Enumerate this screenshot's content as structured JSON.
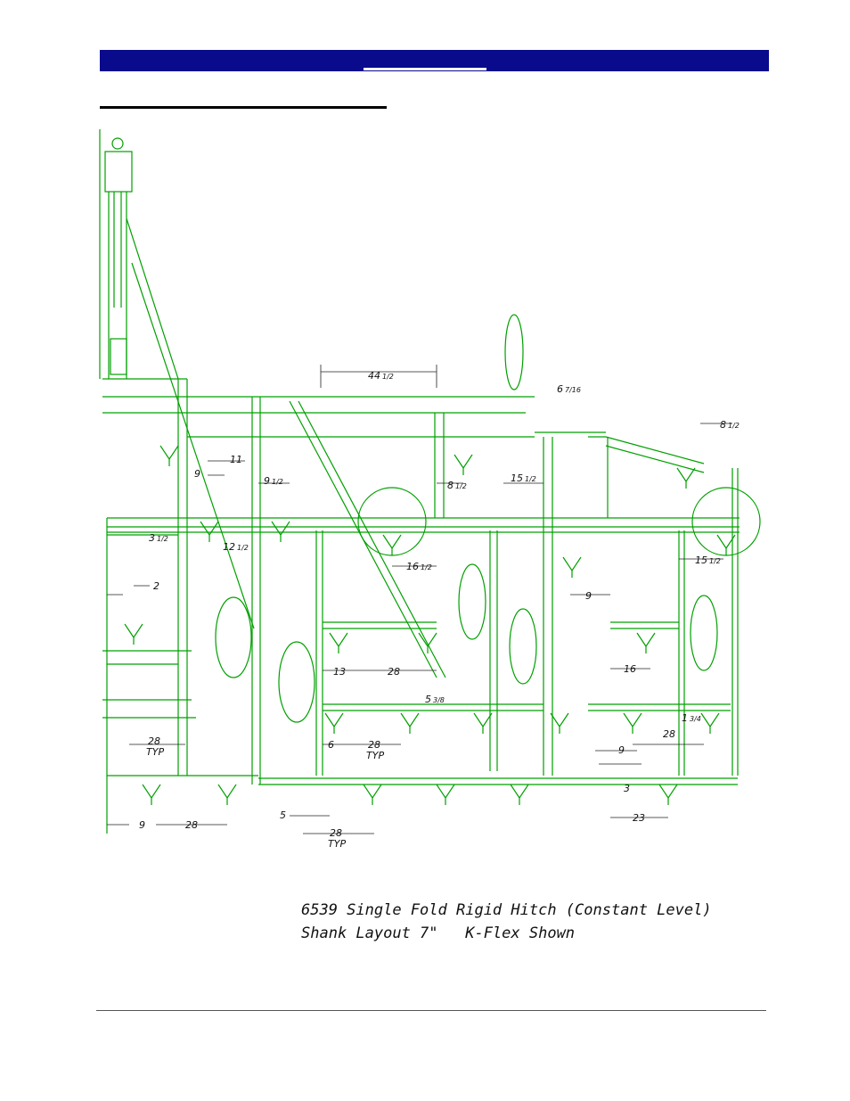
{
  "header": {
    "bar_color": "#0a0a8c"
  },
  "drawing": {
    "line_color": "#00a000",
    "dimensions": {
      "d_44_half": "44",
      "d_44_frac": "1/2",
      "d_6_7_16_w": "6",
      "d_6_7_16_f": "7/16",
      "d_8_half_right_w": "8",
      "d_8_half_right_f": "1/2",
      "d_9_a": "9",
      "d_11": "11",
      "d_9_half_w": "9",
      "d_9_half_f": "1/2",
      "d_8_half_mid_w": "8",
      "d_8_half_mid_f": "1/2",
      "d_15_half_a_w": "15",
      "d_15_half_a_f": "1/2",
      "d_3_half_w": "3",
      "d_3_half_f": "1/2",
      "d_12_half_w": "12",
      "d_12_half_f": "1/2",
      "d_16_half_w": "16",
      "d_16_half_f": "1/2",
      "d_15_half_b_w": "15",
      "d_15_half_b_f": "1/2",
      "d_2": "2",
      "d_9_b": "9",
      "d_13": "13",
      "d_28_a": "28",
      "d_16": "16",
      "d_5_3_8_w": "5",
      "d_5_3_8_f": "3/8",
      "d_1_3_4_w": "1",
      "d_1_3_4_f": "3/4",
      "d_28_b": "28",
      "d_28_typ_a": "28",
      "typ_a": "TYP",
      "d_6": "6",
      "d_28_typ_b": "28",
      "typ_b": "TYP",
      "d_9_c": "9",
      "d_3": "3",
      "d_9_d": "9",
      "d_28_c": "28",
      "d_5": "5",
      "d_23": "23",
      "d_28_typ_c": "28",
      "typ_c": "TYP"
    }
  },
  "caption": {
    "line1": "6539 Single Fold Rigid Hitch (Constant Level)",
    "line2": "Shank Layout 7\"   K-Flex Shown"
  }
}
